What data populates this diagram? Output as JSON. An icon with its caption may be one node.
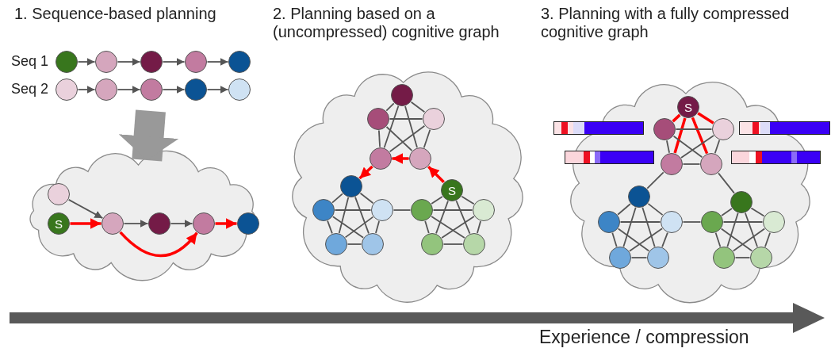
{
  "diagram": {
    "nodes": [
      {
        "text": [],
        "shape": "circle"
      },
      {
        "text": [],
        "shape": "circle"
      },
      {
        "text": [],
        "shape": "circle"
      },
      {
        "text": [],
        "shape": "circle"
      },
      {
        "text": [],
        "shape": "circle"
      },
      {
        "text": [],
        "shape": "circle"
      },
      {
        "text": [],
        "shape": "circle"
      },
      {
        "text": [],
        "shape": "circle"
      },
      {
        "text": [],
        "shape": "circle"
      },
      {
        "text": [],
        "shape": "circle"
      },
      {
        "text": [],
        "shape": "cloud"
      },
      {
        "text": [],
        "shape": "circle",
        "in": 10
      },
      {
        "text": [
          "S"
        ],
        "in": 10
      },
      {
        "text": [],
        "shape": "circle",
        "in": 10
      },
      {
        "text": [],
        "shape": "circle",
        "in": 10
      },
      {
        "text": [],
        "shape": "circle",
        "in": 10
      },
      {
        "text": [],
        "shape": "circle",
        "in": 10
      },
      {
        "text": [],
        "shape": "cloud"
      },
      {
        "text": [],
        "shape": "circle",
        "in": 17
      },
      {
        "text": [],
        "shape": "circle",
        "in": 17
      },
      {
        "text": [],
        "shape": "circle",
        "in": 17
      },
      {
        "text": [],
        "shape": "circle",
        "in": 17
      },
      {
        "text": [],
        "shape": "circle",
        "in": 17
      },
      {
        "text": [],
        "shape": "circle",
        "in": 17
      },
      {
        "text": [],
        "shape": "circle",
        "in": 17
      },
      {
        "text": [],
        "shape": "circle",
        "in": 17
      },
      {
        "text": [],
        "shape": "circle",
        "in": 17
      },
      {
        "text": [],
        "shape": "circle",
        "in": 17
      },
      {
        "text": [
          "S"
        ],
        "in": 17
      },
      {
        "text": [],
        "shape": "circle",
        "in": 17
      },
      {
        "text": [],
        "shape": "circle",
        "in": 17
      },
      {
        "text": [],
        "shape": "circle",
        "in": 17
      },
      {
        "text": [],
        "shape": "circle",
        "in": 17
      },
      {
        "text": [],
        "shape": "cloud"
      },
      {
        "text": [
          "S"
        ],
        "in": 33
      },
      {
        "text": [],
        "shape": "circle",
        "in": 33
      },
      {
        "text": [],
        "shape": "circle",
        "in": 33
      },
      {
        "text": [],
        "shape": "circle",
        "in": 33
      },
      {
        "text": [],
        "shape": "circle",
        "in": 33
      },
      {
        "text": [],
        "shape": "circle",
        "in": 33
      },
      {
        "text": [],
        "shape": "circle",
        "in": 33
      },
      {
        "text": [],
        "shape": "circle",
        "in": 33
      },
      {
        "text": [],
        "shape": "circle",
        "in": 33
      },
      {
        "text": [],
        "shape": "circle",
        "in": 33
      },
      {
        "text": [],
        "shape": "circle",
        "in": 33
      },
      {
        "text": [],
        "shape": "circle",
        "in": 33
      },
      {
        "text": [],
        "shape": "circle",
        "in": 33
      },
      {
        "text": [],
        "shape": "circle",
        "in": 33
      },
      {
        "text": [],
        "shape": "circle",
        "in": 33
      },
      {
        "text": [],
        "shape": "bar"
      },
      {
        "text": [],
        "shape": "bar"
      },
      {
        "text": [],
        "shape": "bar"
      },
      {
        "text": [],
        "shape": "bar"
      }
    ],
    "edges": [
      {
        "from": 0,
        "to": 1,
        "arrow": "to"
      },
      {
        "from": 1,
        "to": 2,
        "arrow": "to"
      },
      {
        "from": 2,
        "to": 3,
        "arrow": "to"
      },
      {
        "from": 3,
        "to": 4,
        "arrow": "to"
      },
      {
        "from": 5,
        "to": 6,
        "arrow": "to"
      },
      {
        "from": 6,
        "to": 7,
        "arrow": "to"
      },
      {
        "from": 7,
        "to": 8,
        "arrow": "to"
      },
      {
        "from": 8,
        "to": 9,
        "arrow": "to"
      },
      {
        "from": null,
        "to": 10,
        "arrow": "to",
        "style": "thick",
        "color": "#999999"
      },
      {
        "from": 11,
        "to": 13,
        "arrow": "to"
      },
      {
        "from": 12,
        "to": 13,
        "arrow": "to",
        "style": "thick",
        "color": "#ff0000"
      },
      {
        "from": 13,
        "to": 14,
        "arrow": "to"
      },
      {
        "from": 14,
        "to": 15,
        "arrow": "to"
      },
      {
        "from": 15,
        "to": 16,
        "arrow": "to",
        "style": "thick",
        "color": "#ff0000"
      },
      {
        "from": 13,
        "to": 15,
        "arrow": "to",
        "style": "thick",
        "color": "#ff0000"
      },
      {
        "from": 18,
        "to": 19,
        "arrow": "none"
      },
      {
        "from": 18,
        "to": 20,
        "arrow": "none"
      },
      {
        "from": 18,
        "to": 21,
        "arrow": "none"
      },
      {
        "from": 18,
        "to": 22,
        "arrow": "none"
      },
      {
        "from": 19,
        "to": 20,
        "arrow": "none"
      },
      {
        "from": 19,
        "to": 21,
        "arrow": "none"
      },
      {
        "from": 19,
        "to": 22,
        "arrow": "none"
      },
      {
        "from": 20,
        "to": 21,
        "arrow": "none"
      },
      {
        "from": 20,
        "to": 22,
        "arrow": "none"
      },
      {
        "from": 21,
        "to": 22,
        "arrow": "none"
      },
      {
        "from": 23,
        "to": 24,
        "arrow": "none"
      },
      {
        "from": 23,
        "to": 25,
        "arrow": "none"
      },
      {
        "from": 23,
        "to": 26,
        "arrow": "none"
      },
      {
        "from": 23,
        "to": 27,
        "arrow": "none"
      },
      {
        "from": 24,
        "to": 25,
        "arrow": "none"
      },
      {
        "from": 24,
        "to": 26,
        "arrow": "none"
      },
      {
        "from": 24,
        "to": 27,
        "arrow": "none"
      },
      {
        "from": 25,
        "to": 26,
        "arrow": "none"
      },
      {
        "from": 25,
        "to": 27,
        "arrow": "none"
      },
      {
        "from": 26,
        "to": 27,
        "arrow": "none"
      },
      {
        "from": 28,
        "to": 29,
        "arrow": "none"
      },
      {
        "from": 28,
        "to": 30,
        "arrow": "none"
      },
      {
        "from": 28,
        "to": 31,
        "arrow": "none"
      },
      {
        "from": 28,
        "to": 32,
        "arrow": "none"
      },
      {
        "from": 29,
        "to": 30,
        "arrow": "none"
      },
      {
        "from": 29,
        "to": 31,
        "arrow": "none"
      },
      {
        "from": 29,
        "to": 32,
        "arrow": "none"
      },
      {
        "from": 30,
        "to": 31,
        "arrow": "none"
      },
      {
        "from": 30,
        "to": 32,
        "arrow": "none"
      },
      {
        "from": 31,
        "to": 32,
        "arrow": "none"
      },
      {
        "from": 25,
        "to": 29,
        "arrow": "none"
      },
      {
        "from": 28,
        "to": 22,
        "arrow": "to",
        "style": "thick",
        "color": "#ff0000"
      },
      {
        "from": 22,
        "to": 21,
        "arrow": "to",
        "style": "thick",
        "color": "#ff0000"
      },
      {
        "from": 21,
        "to": 23,
        "arrow": "to",
        "style": "thick",
        "color": "#ff0000"
      },
      {
        "from": 34,
        "to": 35,
        "arrow": "none",
        "style": "thick",
        "color": "#ff0000"
      },
      {
        "from": 34,
        "to": 36,
        "arrow": "none",
        "style": "thick",
        "color": "#ff0000"
      },
      {
        "from": 34,
        "to": 37,
        "arrow": "none",
        "style": "thick",
        "color": "#ff0000"
      },
      {
        "from": 34,
        "to": 38,
        "arrow": "none",
        "style": "thick",
        "color": "#ff0000"
      },
      {
        "from": 35,
        "to": 36,
        "arrow": "none"
      },
      {
        "from": 35,
        "to": 37,
        "arrow": "none"
      },
      {
        "from": 35,
        "to": 38,
        "arrow": "none"
      },
      {
        "from": 36,
        "to": 37,
        "arrow": "none"
      },
      {
        "from": 36,
        "to": 38,
        "arrow": "none"
      },
      {
        "from": 37,
        "to": 38,
        "arrow": "none"
      },
      {
        "from": 39,
        "to": 40,
        "arrow": "none"
      },
      {
        "from": 39,
        "to": 41,
        "arrow": "none"
      },
      {
        "from": 39,
        "to": 42,
        "arrow": "none"
      },
      {
        "from": 39,
        "to": 43,
        "arrow": "none"
      },
      {
        "from": 40,
        "to": 41,
        "arrow": "none"
      },
      {
        "from": 40,
        "to": 42,
        "arrow": "none"
      },
      {
        "from": 40,
        "to": 43,
        "arrow": "none"
      },
      {
        "from": 41,
        "to": 42,
        "arrow": "none"
      },
      {
        "from": 41,
        "to": 43,
        "arrow": "none"
      },
      {
        "from": 42,
        "to": 43,
        "arrow": "none"
      },
      {
        "from": 44,
        "to": 45,
        "arrow": "none"
      },
      {
        "from": 44,
        "to": 46,
        "arrow": "none"
      },
      {
        "from": 44,
        "to": 47,
        "arrow": "none"
      },
      {
        "from": 44,
        "to": 48,
        "arrow": "none"
      },
      {
        "from": 45,
        "to": 46,
        "arrow": "none"
      },
      {
        "from": 45,
        "to": 47,
        "arrow": "none"
      },
      {
        "from": 45,
        "to": 48,
        "arrow": "none"
      },
      {
        "from": 46,
        "to": 47,
        "arrow": "none"
      },
      {
        "from": 46,
        "to": 48,
        "arrow": "none"
      },
      {
        "from": 47,
        "to": 48,
        "arrow": "none"
      },
      {
        "from": 37,
        "to": 39,
        "arrow": "none"
      },
      {
        "from": 38,
        "to": 44,
        "arrow": "none"
      },
      {
        "from": 41,
        "to": 45,
        "arrow": "none"
      }
    ],
    "labels": [
      "1. Sequence-based planning",
      "2. Planning based on a (uncompressed) cognitive graph",
      "3. Planning with a fully compressed cognitive graph",
      "Seq 1",
      "Seq 2",
      "Experience / compression"
    ]
  }
}
